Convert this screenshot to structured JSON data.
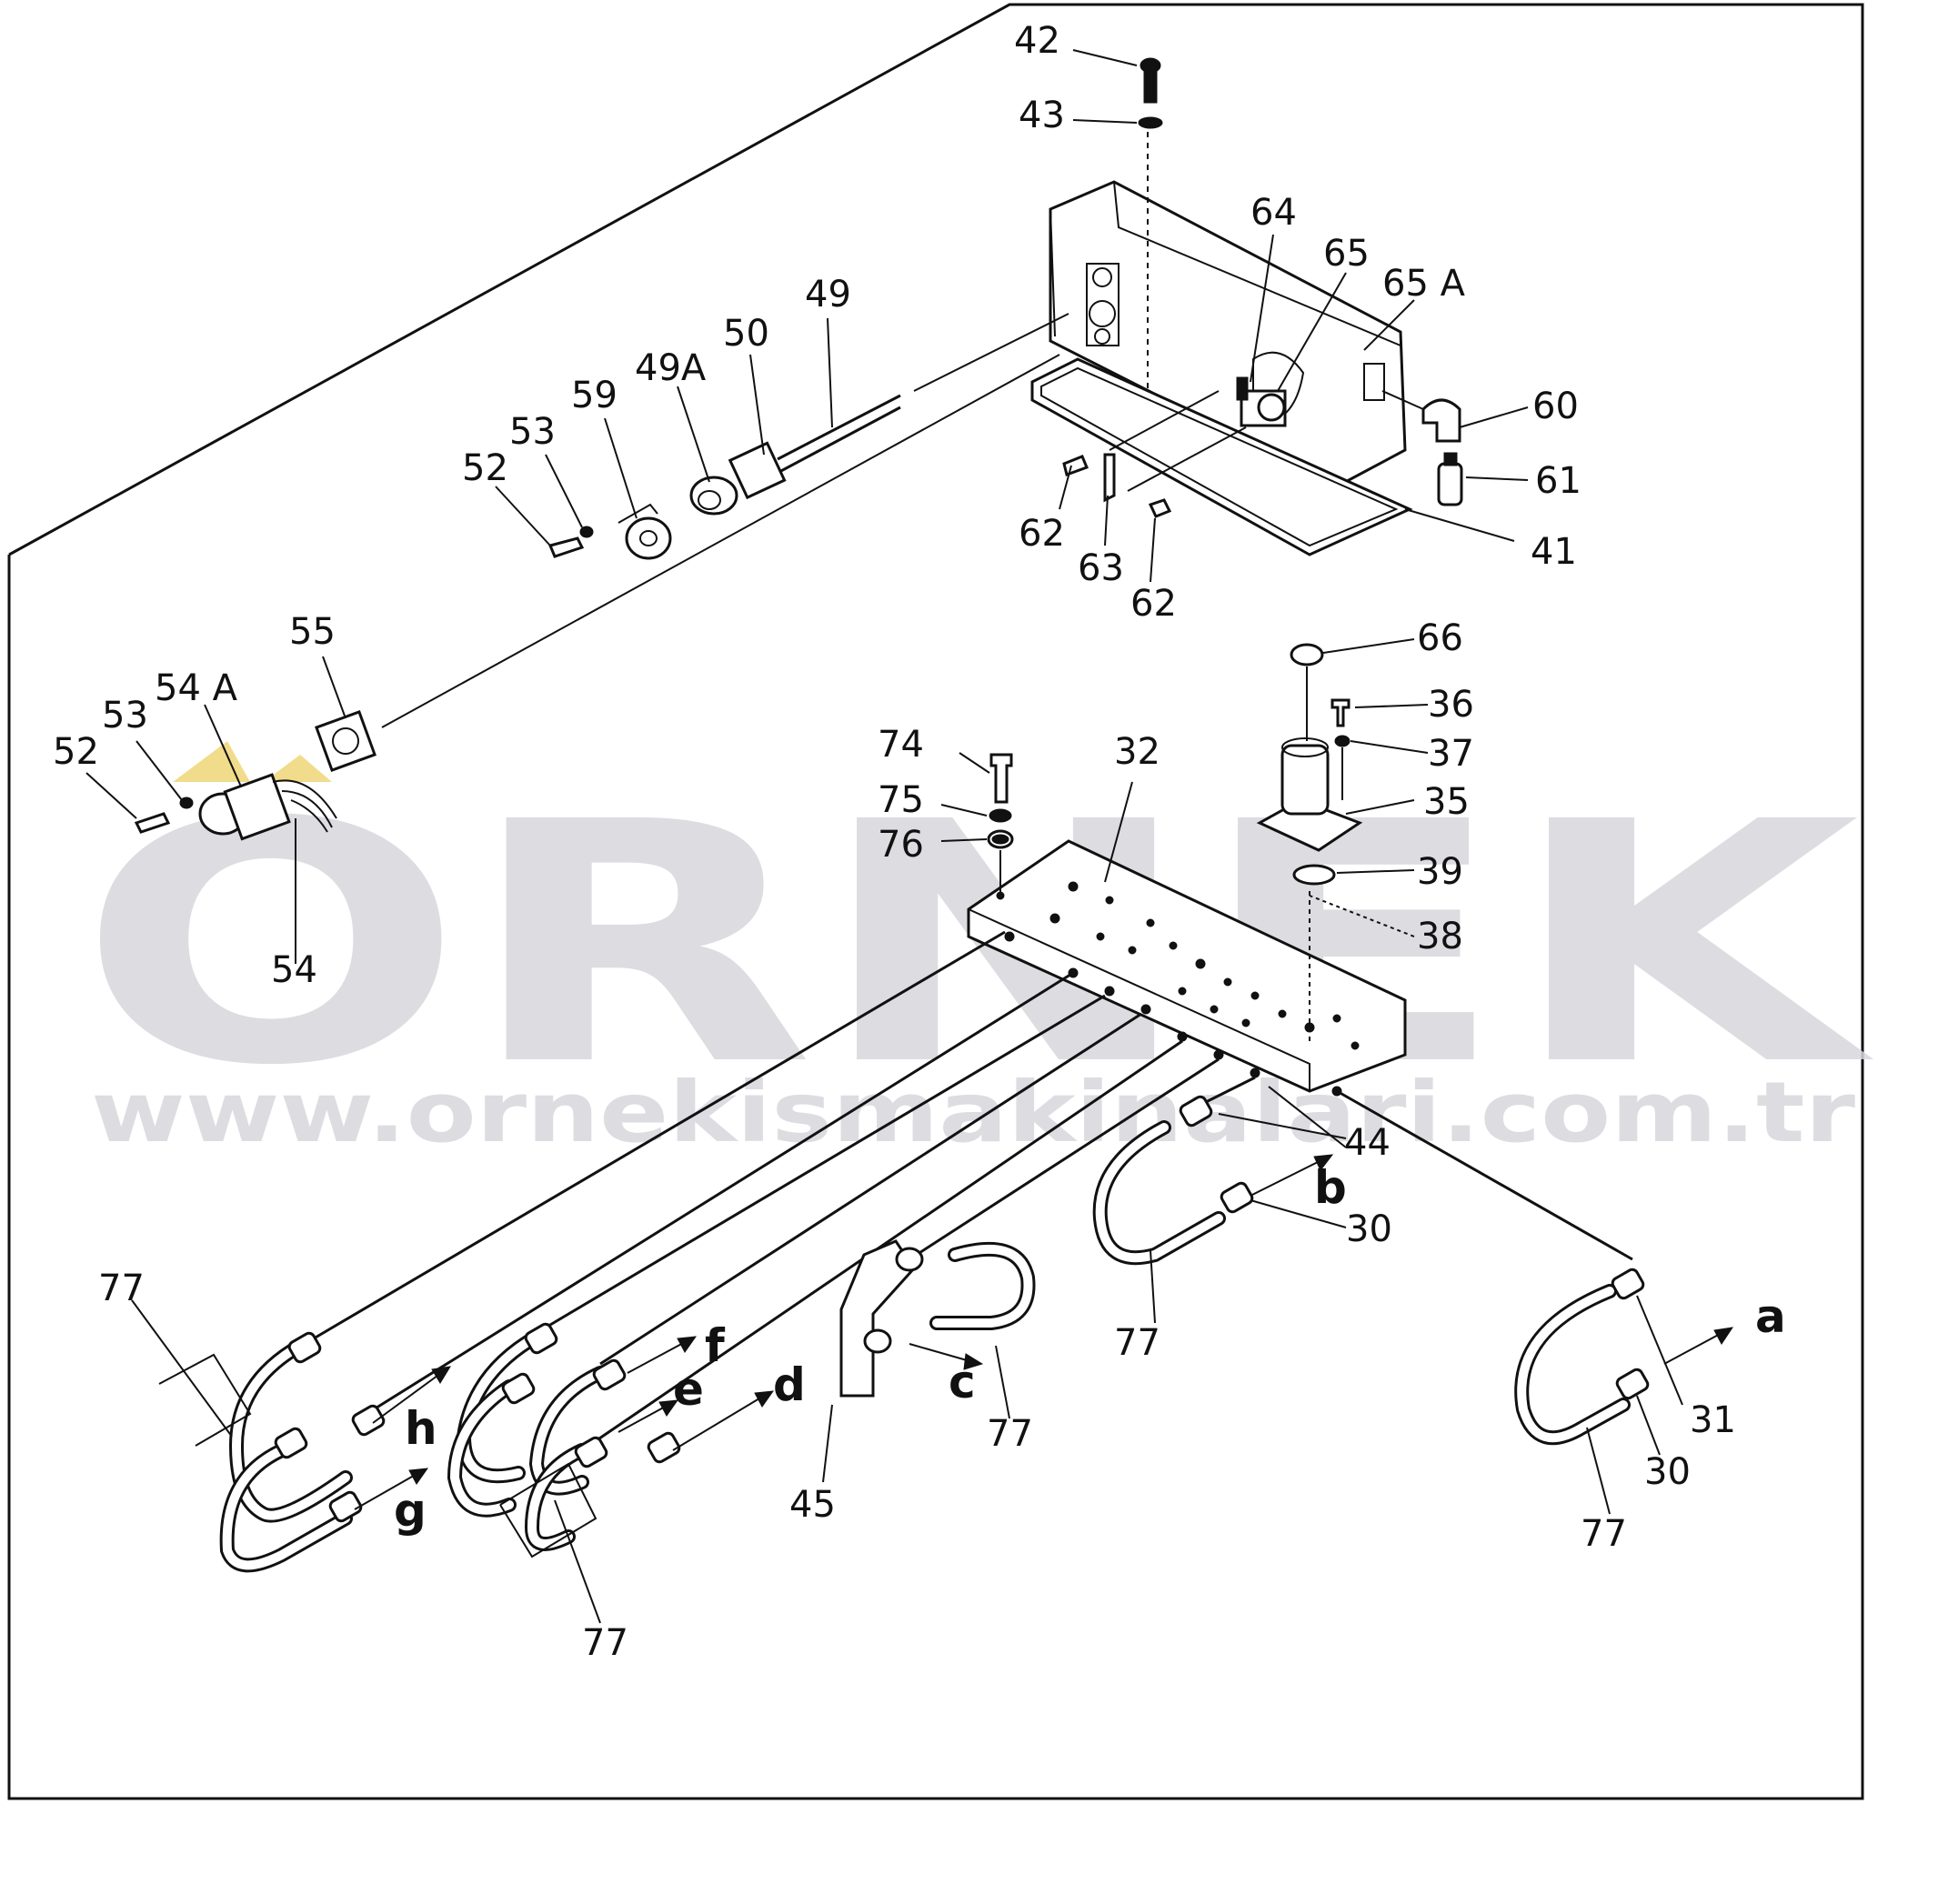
{
  "watermark": {
    "brand": "ORNEK",
    "url": "www.ornekismakinalari.com.tr",
    "color": "#d8d6dc",
    "accent": "#e8c640"
  },
  "callouts": {
    "c42": "42",
    "c43": "43",
    "c64": "64",
    "c65": "65",
    "c65a": "65 A",
    "c49": "49",
    "c50": "50",
    "c49a": "49A",
    "c59": "59",
    "c53": "53",
    "c52": "52",
    "c60": "60",
    "c61": "61",
    "c41": "41",
    "c62a": "62",
    "c63": "63",
    "c62b": "62",
    "c55": "55",
    "c54a": "54 A",
    "c53b": "53",
    "c52b": "52",
    "c54": "54",
    "c66": "66",
    "c36": "36",
    "c37": "37",
    "c35": "35",
    "c39": "39",
    "c38": "38",
    "c74": "74",
    "c75": "75",
    "c76": "76",
    "c32": "32",
    "c44": "44",
    "c30a": "30",
    "c31": "31",
    "c30b": "30",
    "c77a": "77",
    "c77b": "77",
    "c77c": "77",
    "c77d": "77",
    "c77e": "77",
    "c45": "45"
  },
  "ports": {
    "a": "a",
    "b": "b",
    "c": "c",
    "d": "d",
    "e": "e",
    "f": "f",
    "g": "g",
    "h": "h"
  }
}
